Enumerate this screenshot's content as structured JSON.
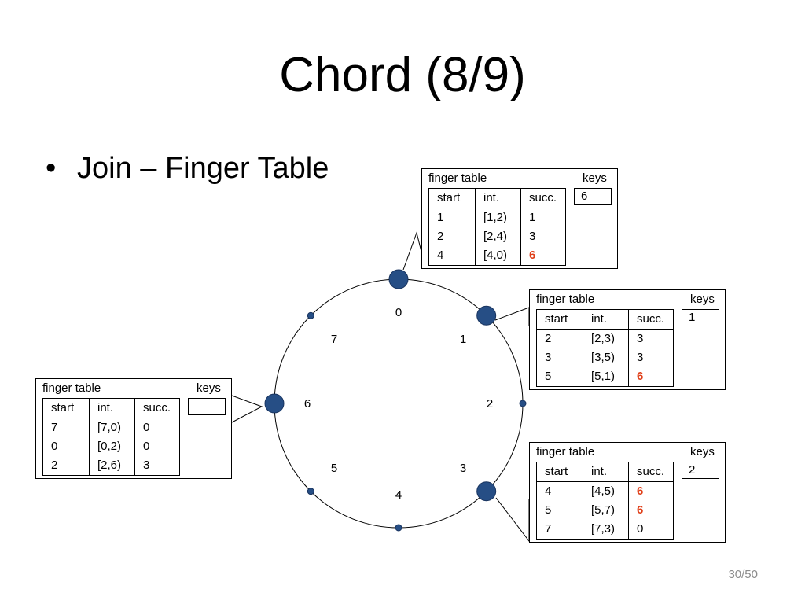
{
  "slide": {
    "title": "Chord (8/9)",
    "bullet": "Join – Finger Table",
    "page_number": "30/50"
  },
  "colors": {
    "node_fill": "#264e85",
    "node_stroke": "#1a3560",
    "highlight": "#e0401a"
  },
  "ring": {
    "positions": [
      {
        "label": "0",
        "occupied": true
      },
      {
        "label": "1",
        "occupied": true
      },
      {
        "label": "2",
        "occupied": false
      },
      {
        "label": "3",
        "occupied": true
      },
      {
        "label": "4",
        "occupied": false
      },
      {
        "label": "5",
        "occupied": false
      },
      {
        "label": "6",
        "occupied": true
      },
      {
        "label": "7",
        "occupied": false
      }
    ]
  },
  "tables": [
    {
      "node": "0",
      "label": "finger table",
      "keys_label": "keys",
      "keys": "6",
      "headers": [
        "start",
        "int.",
        "succ."
      ],
      "rows": [
        {
          "start": "1",
          "int": "[1,2)",
          "succ": "1",
          "updated": false
        },
        {
          "start": "2",
          "int": "[2,4)",
          "succ": "3",
          "updated": false
        },
        {
          "start": "4",
          "int": "[4,0)",
          "succ": "6",
          "updated": true
        }
      ]
    },
    {
      "node": "1",
      "label": "finger table",
      "keys_label": "keys",
      "keys": "1",
      "headers": [
        "start",
        "int.",
        "succ."
      ],
      "rows": [
        {
          "start": "2",
          "int": "[2,3)",
          "succ": "3",
          "updated": false
        },
        {
          "start": "3",
          "int": "[3,5)",
          "succ": "3",
          "updated": false
        },
        {
          "start": "5",
          "int": "[5,1)",
          "succ": "6",
          "updated": true
        }
      ]
    },
    {
      "node": "3",
      "label": "finger table",
      "keys_label": "keys",
      "keys": "2",
      "headers": [
        "start",
        "int.",
        "succ."
      ],
      "rows": [
        {
          "start": "4",
          "int": "[4,5)",
          "succ": "6",
          "updated": true
        },
        {
          "start": "5",
          "int": "[5,7)",
          "succ": "6",
          "updated": true
        },
        {
          "start": "7",
          "int": "[7,3)",
          "succ": "0",
          "updated": false
        }
      ]
    },
    {
      "node": "6",
      "label": "finger table",
      "keys_label": "keys",
      "keys": "",
      "headers": [
        "start",
        "int.",
        "succ."
      ],
      "rows": [
        {
          "start": "7",
          "int": "[7,0)",
          "succ": "0",
          "updated": false
        },
        {
          "start": "0",
          "int": "[0,2)",
          "succ": "0",
          "updated": false
        },
        {
          "start": "2",
          "int": "[2,6)",
          "succ": "3",
          "updated": false
        }
      ]
    }
  ]
}
